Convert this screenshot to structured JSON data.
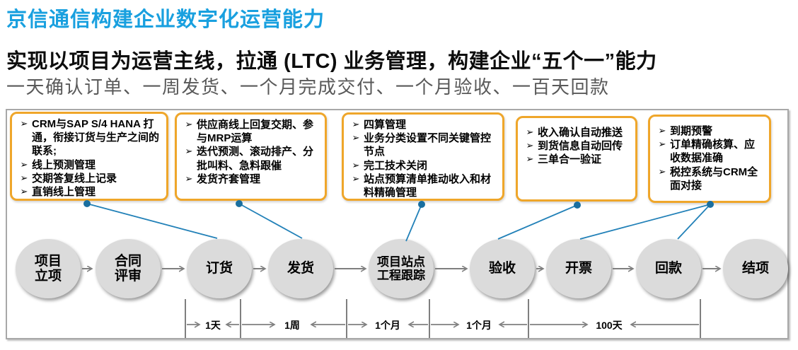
{
  "header": {
    "title": "京信通信构建企业数字化运营能力",
    "headline": "实现以项目为运营主线，拉通 (LTC) 业务管理，构建企业“五个一”能力",
    "subline": "一天确认订单、一周发货、一个月完成交付、一个月验收、一百天回款"
  },
  "bullet_char": "➢",
  "callouts": [
    {
      "items": [
        "CRM与SAP S/4 HANA 打通，衔接订货与生产之间的联系;",
        "线上预测管理",
        "交期答复线上记录",
        "直销线上管理"
      ]
    },
    {
      "items": [
        "供应商线上回复交期、参与MRP运算",
        "迭代预测、滚动排产、分批叫料、急料跟催",
        "发货齐套管理"
      ]
    },
    {
      "items": [
        "四算管理",
        "业务分类设置不同关键管控节点",
        "完工技术关闭",
        "站点预算清单推动收入和材料精确管理"
      ]
    },
    {
      "items": [
        "收入确认自动推送",
        "到货信息自动回传",
        "三单合一验证"
      ]
    },
    {
      "items": [
        "到期预警",
        "订单精确核算、应收数据准确",
        "税控系统与CRM全面对接"
      ]
    }
  ],
  "stages": [
    "项目\n立项",
    "合同\n评审",
    "订货",
    "发货",
    "项目站点\n工程跟踪",
    "验收",
    "开票",
    "回款",
    "结项"
  ],
  "durations": [
    "1天",
    "1周",
    "1个月",
    "1个月",
    "100天"
  ],
  "colors": {
    "title_blue": "#19A0DF",
    "callout_border": "#EFA62A",
    "connector_teal": "#2281B8",
    "circle_fill": "#DBDBDB",
    "arrow_gray": "#7F7F7F",
    "subline_gray": "#595959"
  }
}
